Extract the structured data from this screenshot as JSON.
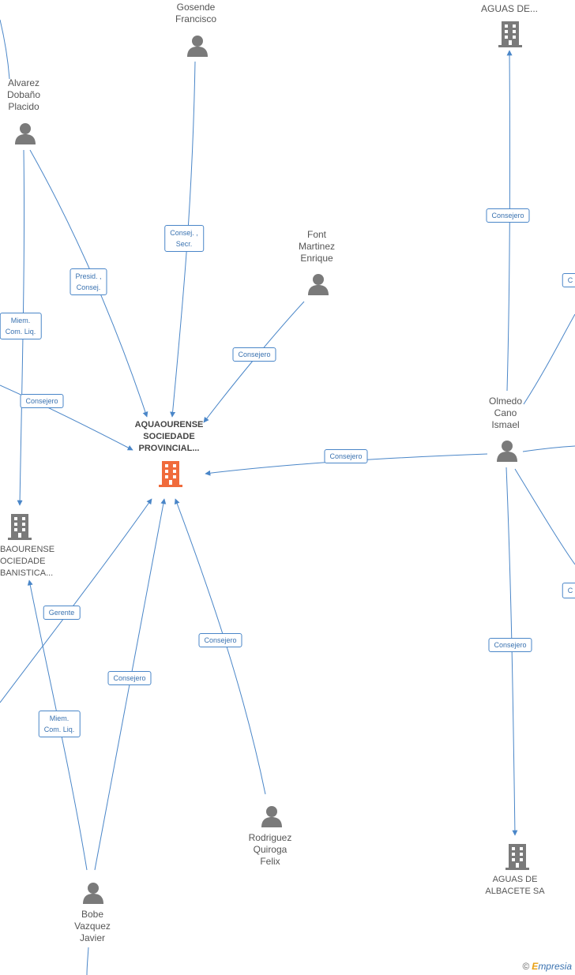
{
  "colors": {
    "edge": "#4a86c8",
    "person": "#7a7a7a",
    "company": "#7a7a7a",
    "main_company": "#f06b3c",
    "label_border": "#4a86c8",
    "label_text": "#3a72b0"
  },
  "nodes": {
    "main": {
      "label": "AQUAOURENSE\nSOCIEDADE\nPROVINCIAL...",
      "icon": "building-icon"
    },
    "gosende": {
      "label": "Gosende\nFrancisco",
      "icon": "person-icon"
    },
    "alvarez": {
      "label": "Alvarez\nDobaño\nPlacido",
      "icon": "person-icon"
    },
    "font": {
      "label": "Font\nMartinez\nEnrique",
      "icon": "person-icon"
    },
    "olmedo": {
      "label": "Olmedo\nCano\nIsmael",
      "icon": "person-icon"
    },
    "rodriguez": {
      "label": "Rodriguez\nQuiroga\nFelix",
      "icon": "person-icon"
    },
    "bobe": {
      "label": "Bobe\nVazquez\nJavier",
      "icon": "person-icon"
    },
    "aguas_top": {
      "label": "AGUAS DE...",
      "icon": "building-icon"
    },
    "aguas_albacete": {
      "label": "AGUAS DE\nALBACETE SA",
      "icon": "building-icon"
    },
    "urbaourense": {
      "label": "BAOURENSE\nOCIEDADE\nBANISTICA...",
      "icon": "building-icon"
    }
  },
  "relations": {
    "gosende_main": "Consej. ,\nSecr.",
    "alvarez_main": "Presid. ,\nConsej.",
    "alvarez_urba": "Miem.\nCom. Liq.",
    "left_main": "Consejero",
    "font_main": "Consejero",
    "olmedo_main": "Consejero",
    "olmedo_aguas_top": "Consejero",
    "olmedo_albacete": "Consejero",
    "left_bottom_main": "Gerente",
    "bobe_main": "Consejero",
    "bobe_urba": "Miem.\nCom. Liq.",
    "rodriguez_main": "Consejero",
    "right_top_cut": "C",
    "right_mid_cut": "C"
  },
  "brand": {
    "symbol": "©",
    "initial": "E",
    "rest": "mpresia"
  }
}
